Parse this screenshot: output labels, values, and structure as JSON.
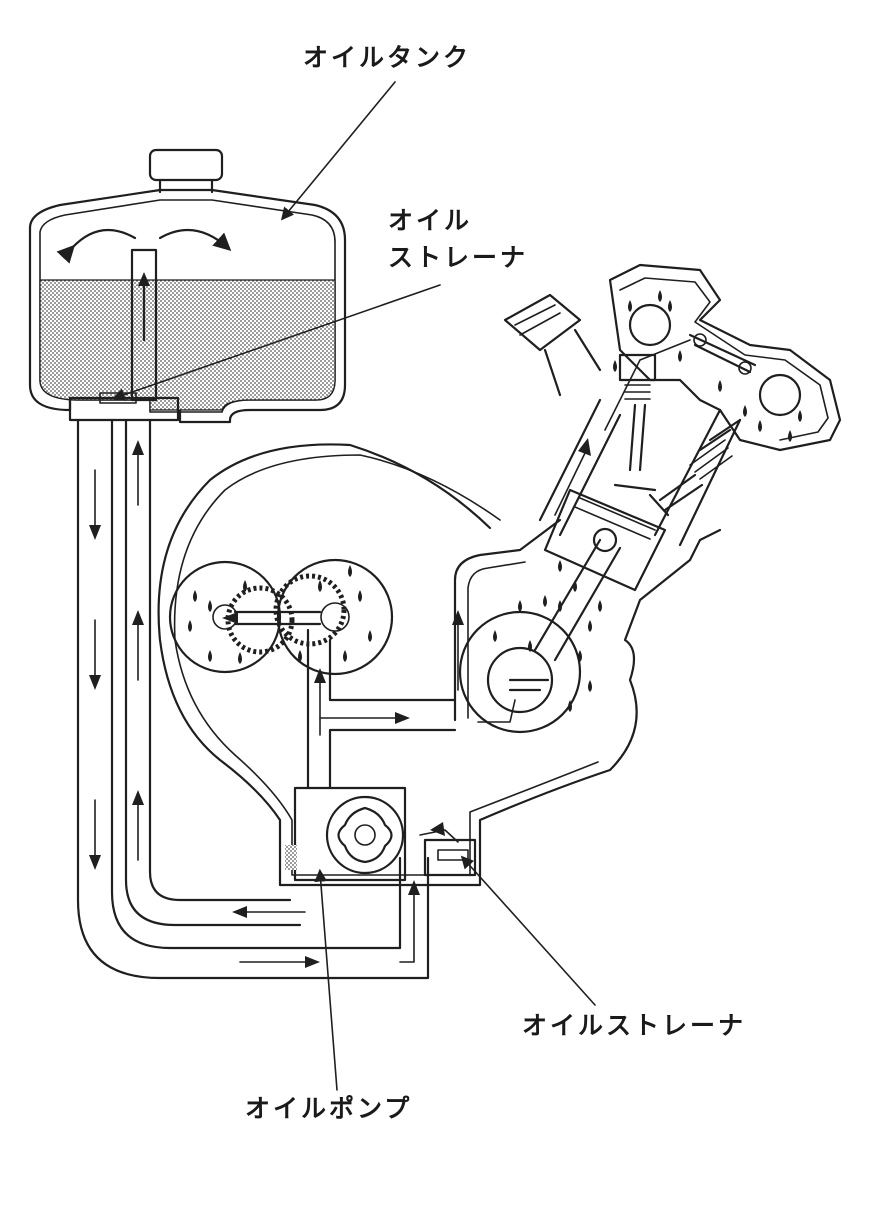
{
  "labels": {
    "oil_tank": "オイルタンク",
    "oil_strainer_top_line1": "オイル",
    "oil_strainer_top_line2": "ストレーナ",
    "oil_strainer_bottom": "オイルストレーナ",
    "oil_pump": "オイルポンプ"
  },
  "colors": {
    "line": "#1f1f1f",
    "background": "#ffffff",
    "oil_fill": "#c9c9c9"
  }
}
